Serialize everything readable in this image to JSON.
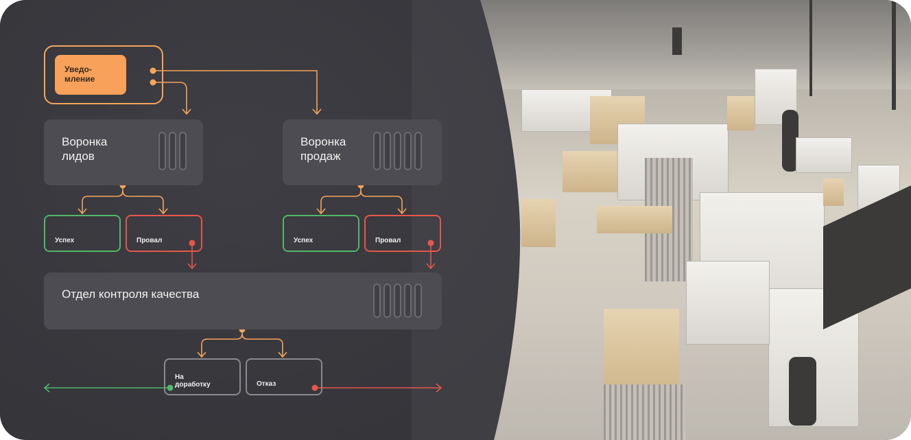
{
  "notification": {
    "label": "Уведо-\nмление"
  },
  "leads_funnel": {
    "label": "Воронка\nлидов"
  },
  "sales_funnel": {
    "label": "Воронка\nпродаж"
  },
  "leads_outcomes": {
    "success": "Успех",
    "fail": "Провал"
  },
  "sales_outcomes": {
    "success": "Успех",
    "fail": "Провал"
  },
  "quality_dept": {
    "label": "Отдел контроля качества"
  },
  "quality_outcomes": {
    "rework": "На\nдоработку",
    "reject": "Отказ"
  },
  "colors": {
    "background": "#3a3a3f",
    "card": "#4c4c52",
    "accent_orange": "#f7a15a",
    "success_green": "#52b868",
    "fail_red": "#e8564a",
    "neutral_grey": "#8a8a90"
  }
}
